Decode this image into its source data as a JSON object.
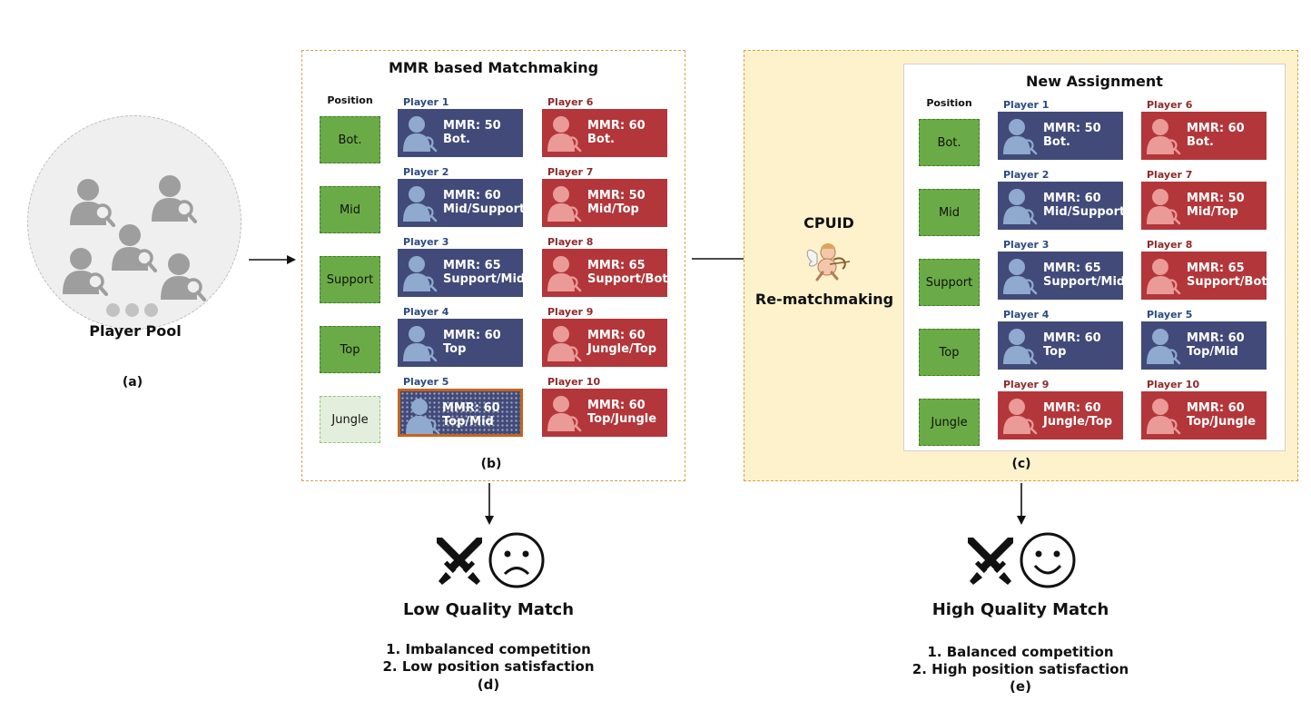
{
  "pool": {
    "label": "Player Pool",
    "caption": "(a)"
  },
  "panel_b": {
    "title": "MMR based Matchmaking",
    "position_header": "Position",
    "caption": "(b)",
    "positions": [
      "Bot.",
      "Mid",
      "Support",
      "Top",
      "Jungle"
    ],
    "team_blue": [
      {
        "name": "Player 1",
        "mmr": "MMR: 50",
        "role": "Bot."
      },
      {
        "name": "Player 2",
        "mmr": "MMR: 60",
        "role": "Mid/Support"
      },
      {
        "name": "Player 3",
        "mmr": "MMR: 65",
        "role": "Support/Mid"
      },
      {
        "name": "Player 4",
        "mmr": "MMR: 60",
        "role": "Top"
      },
      {
        "name": "Player 5",
        "mmr": "MMR: 60",
        "role": "Top/Mid"
      }
    ],
    "team_red": [
      {
        "name": "Player 6",
        "mmr": "MMR: 60",
        "role": "Bot."
      },
      {
        "name": "Player 7",
        "mmr": "MMR: 50",
        "role": "Mid/Top"
      },
      {
        "name": "Player 8",
        "mmr": "MMR: 65",
        "role": "Support/Bot."
      },
      {
        "name": "Player 9",
        "mmr": "MMR: 60",
        "role": "Jungle/Top"
      },
      {
        "name": "Player 10",
        "mmr": "MMR: 60",
        "role": "Top/Jungle"
      }
    ]
  },
  "cpuid": {
    "top_label": "CPUID",
    "bottom_label": "Re-matchmaking"
  },
  "panel_c": {
    "title": "New Assignment",
    "position_header": "Position",
    "caption": "(c)",
    "positions": [
      "Bot.",
      "Mid",
      "Support",
      "Top",
      "Jungle"
    ],
    "left_col": [
      {
        "name": "Player 1",
        "mmr": "MMR: 50",
        "role": "Bot."
      },
      {
        "name": "Player 2",
        "mmr": "MMR: 60",
        "role": "Mid/Support"
      },
      {
        "name": "Player 3",
        "mmr": "MMR: 65",
        "role": "Support/Mid"
      },
      {
        "name": "Player 4",
        "mmr": "MMR: 60",
        "role": "Top"
      },
      {
        "name": "Player 9",
        "mmr": "MMR: 60",
        "role": "Jungle/Top"
      }
    ],
    "right_col": [
      {
        "name": "Player 6",
        "mmr": "MMR: 60",
        "role": "Bot."
      },
      {
        "name": "Player 7",
        "mmr": "MMR: 50",
        "role": "Mid/Top"
      },
      {
        "name": "Player 8",
        "mmr": "MMR: 65",
        "role": "Support/Bot."
      },
      {
        "name": "Player 5",
        "mmr": "MMR: 60",
        "role": "Top/Mid"
      },
      {
        "name": "Player 10",
        "mmr": "MMR: 60",
        "role": "Top/Jungle"
      }
    ]
  },
  "result_d": {
    "title": "Low Quality Match",
    "items": [
      "1. Imbalanced competition",
      "2. Low position satisfaction"
    ],
    "caption": "(d)",
    "icons": [
      "crossed-swords-icon",
      "sad-face-icon"
    ]
  },
  "result_e": {
    "title": "High Quality Match",
    "items": [
      "1. Balanced competition",
      "2. High position satisfaction"
    ],
    "caption": "(e)",
    "icons": [
      "crossed-swords-icon",
      "happy-face-icon"
    ]
  },
  "colors": {
    "team_blue": "#414a79",
    "team_red": "#b3363a",
    "position_green": "#6bab47",
    "panel_border": "#d4a24a",
    "panel_c_fill": "#fdf2cc",
    "highlight_border": "#c5631d"
  }
}
